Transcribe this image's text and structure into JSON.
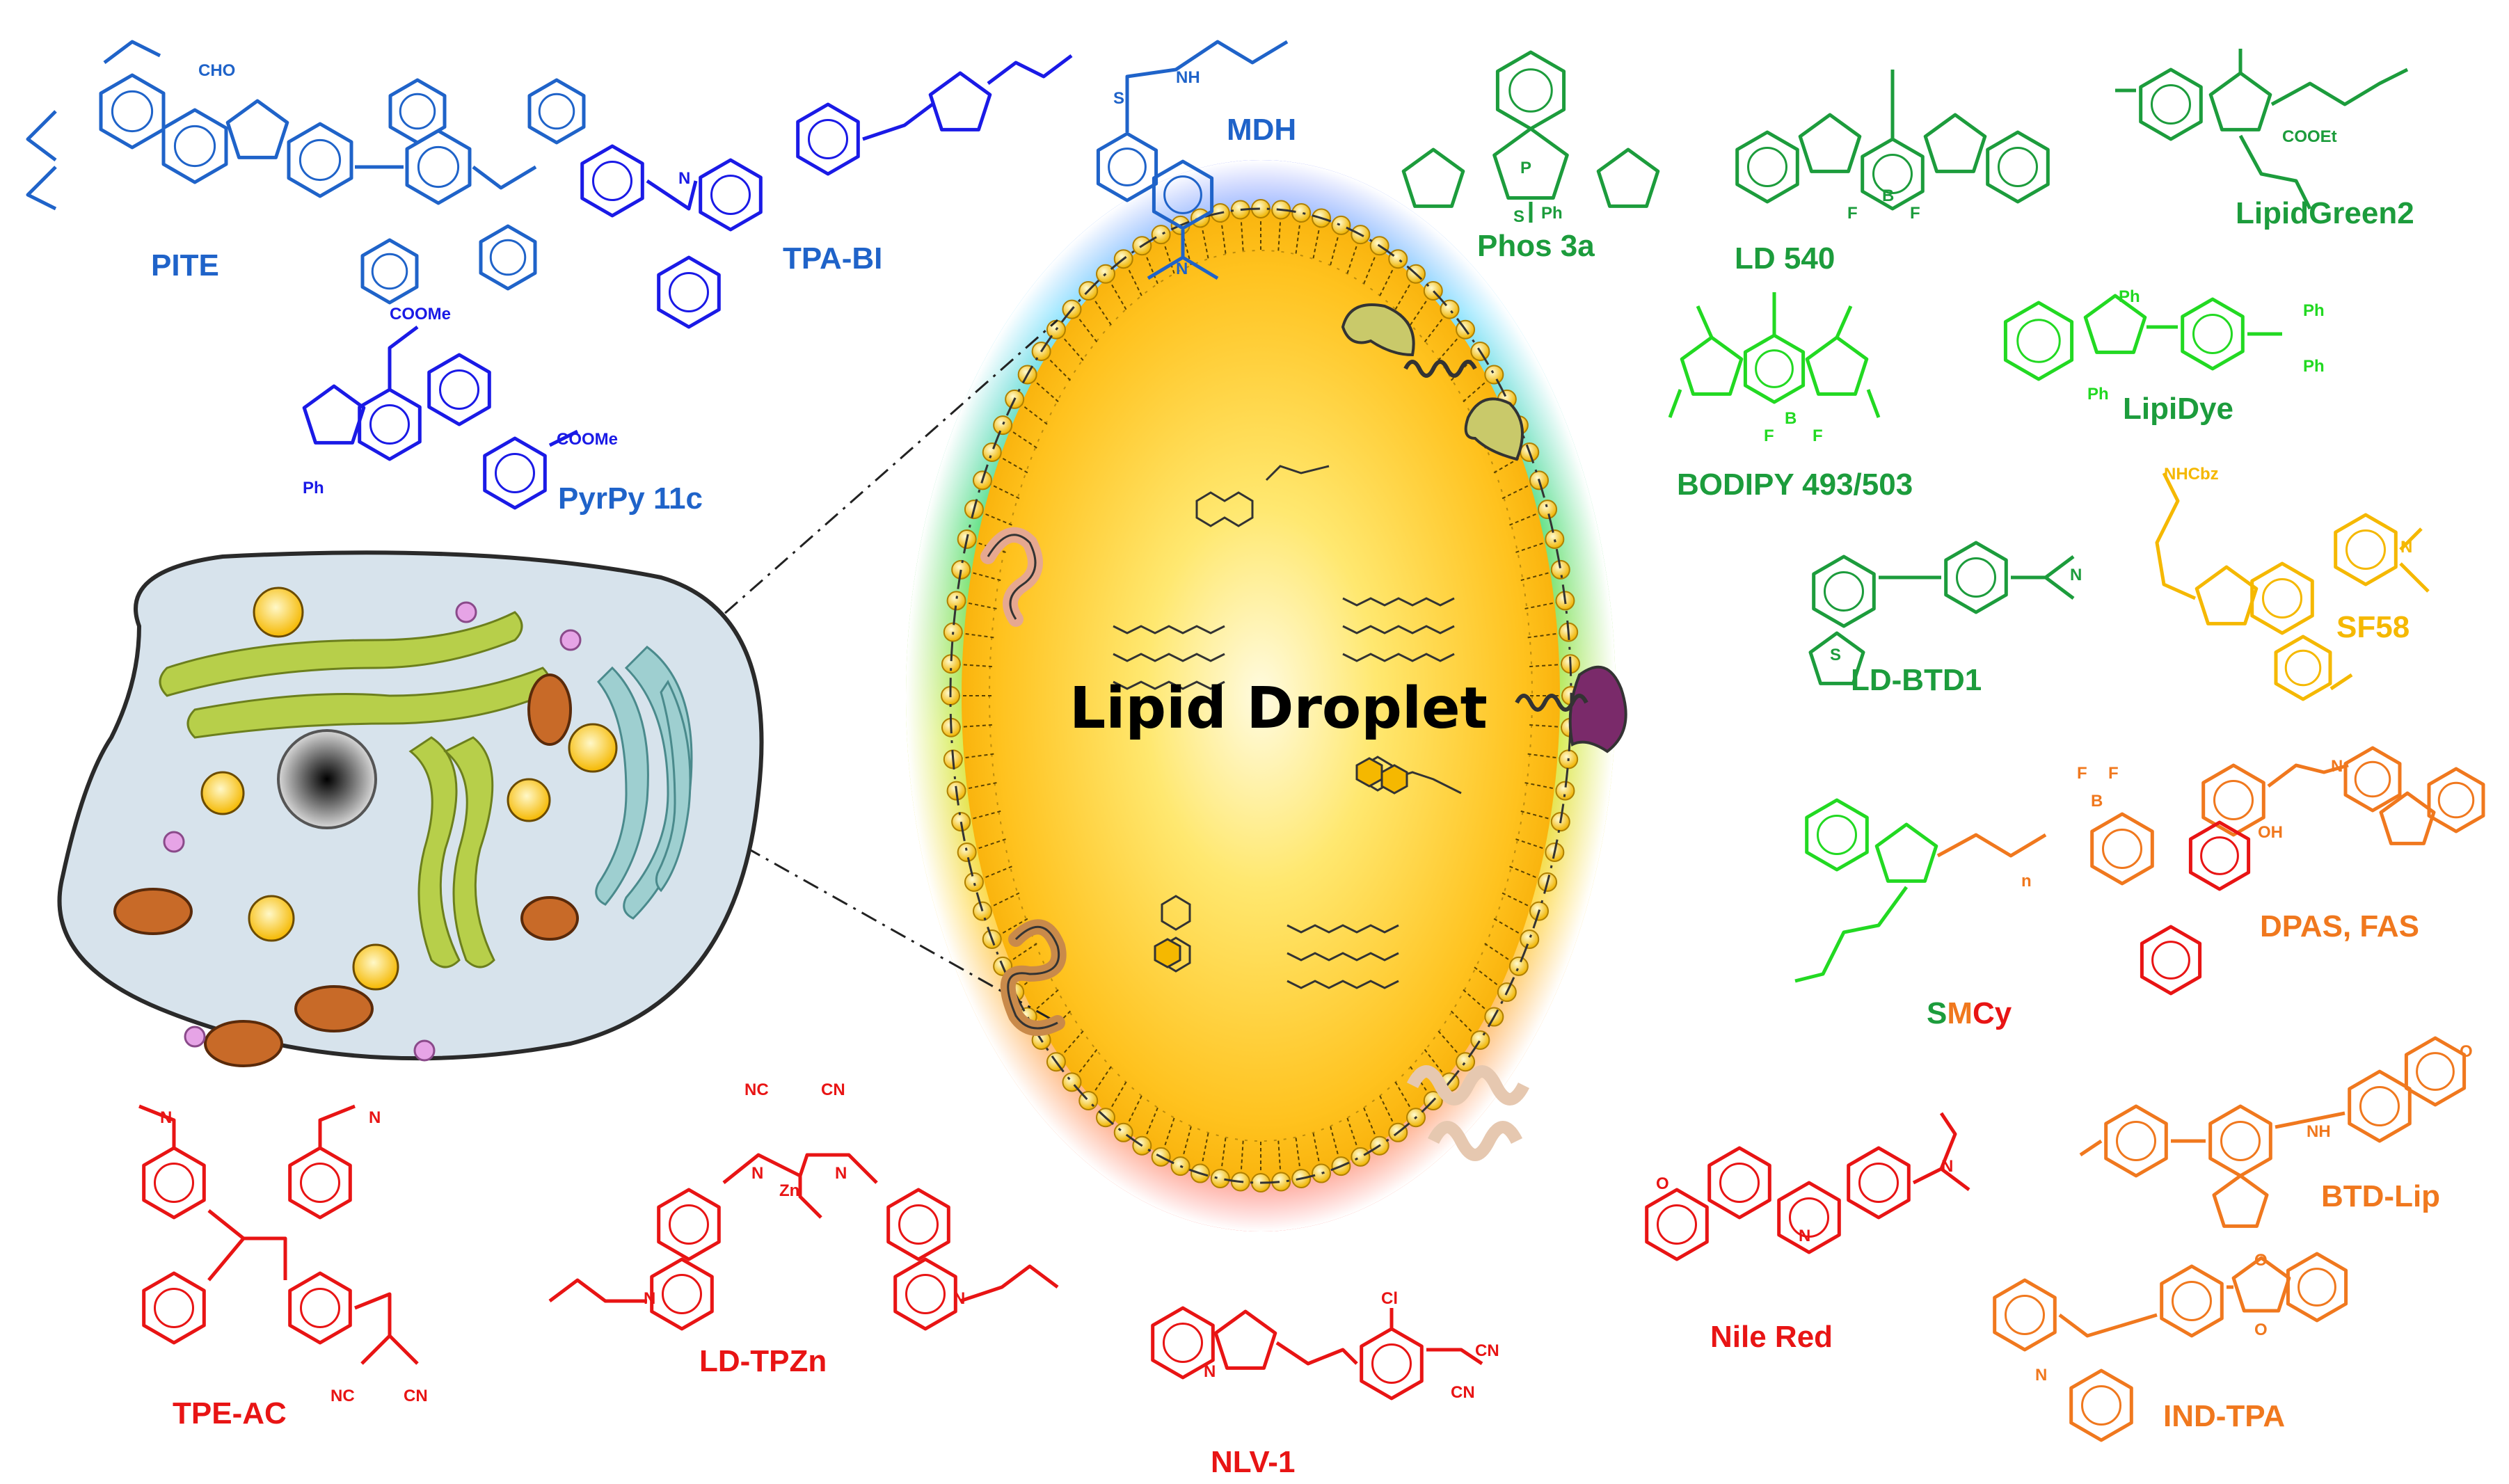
{
  "center_title": "Lipid Droplet",
  "colors": {
    "blue": "#1f63c9",
    "deep_blue": "#1a1ae6",
    "green": "#1c9c3c",
    "light_green": "#22d922",
    "yellow": "#f5b800",
    "orange": "#f0781e",
    "red": "#e81414"
  },
  "probes": [
    {
      "id": "pite",
      "label": "PITE",
      "color": "blue"
    },
    {
      "id": "tpa-bi",
      "label": "TPA-BI",
      "color": "blue"
    },
    {
      "id": "mdh",
      "label": "MDH",
      "color": "blue"
    },
    {
      "id": "pyrpy",
      "label": "PyrPy 11c",
      "color": "blue"
    },
    {
      "id": "phos3a",
      "label": "Phos 3a",
      "color": "green"
    },
    {
      "id": "ld540",
      "label": "LD 540",
      "color": "green"
    },
    {
      "id": "lipidgreen2",
      "label": "LipidGreen2",
      "color": "green"
    },
    {
      "id": "bodipy",
      "label": "BODIPY 493/503",
      "color": "green"
    },
    {
      "id": "lipidye",
      "label": "LipiDye",
      "color": "green"
    },
    {
      "id": "ld-btd1",
      "label": "LD-BTD1",
      "color": "green"
    },
    {
      "id": "sf58",
      "label": "SF58",
      "color": "yellow"
    },
    {
      "id": "dpas",
      "label": "DPAS, FAS",
      "color": "orange"
    },
    {
      "id": "btd-lip",
      "label": "BTD-Lip",
      "color": "orange"
    },
    {
      "id": "ind-tpa",
      "label": "IND-TPA",
      "color": "orange"
    },
    {
      "id": "nile-red",
      "label": "Nile Red",
      "color": "red"
    },
    {
      "id": "nlv-1",
      "label": "NLV-1",
      "color": "red"
    },
    {
      "id": "ld-tpzn",
      "label": "LD-TPZn",
      "color": "red"
    },
    {
      "id": "tpe-ac",
      "label": "TPE-AC",
      "color": "red"
    }
  ],
  "smcy": {
    "part1": "S",
    "part2": "M",
    "part3": "Cy"
  },
  "atom_labels": {
    "cho": "CHO",
    "cooet": "COOEt",
    "coome": "COOMe",
    "ph": "Ph",
    "nh": "NH",
    "nhcbz": "NHCbz",
    "n": "N",
    "o": "O",
    "s": "S",
    "p": "P",
    "f": "F",
    "b": "B",
    "cn": "NC",
    "cn2": "CN",
    "cl": "Cl",
    "oh": "OH",
    "zn": "Zn",
    "nsub": "n"
  }
}
